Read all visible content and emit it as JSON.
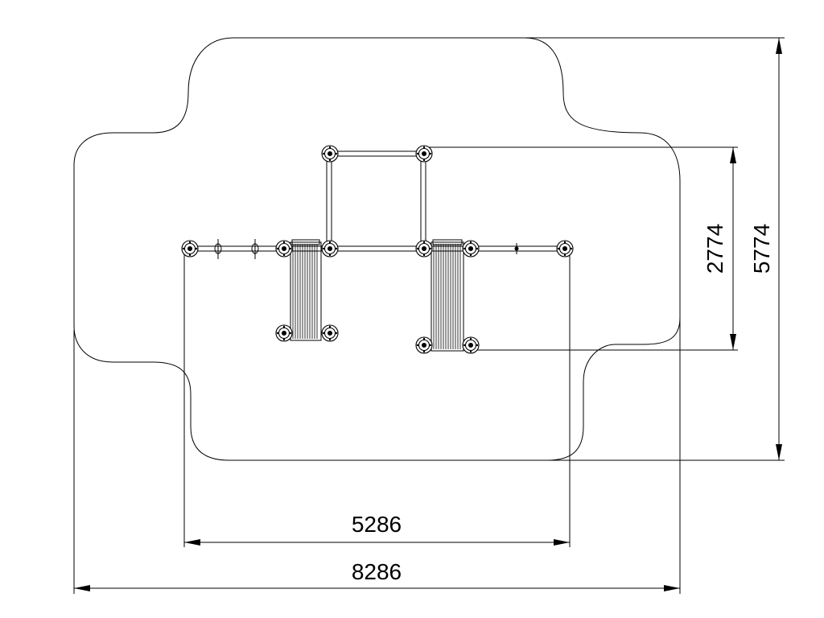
{
  "dimensions": {
    "inner_width": "5286",
    "outer_width": "8286",
    "inner_height": "2774",
    "outer_height": "5774"
  },
  "colors": {
    "line": "#000000",
    "background": "#ffffff"
  }
}
